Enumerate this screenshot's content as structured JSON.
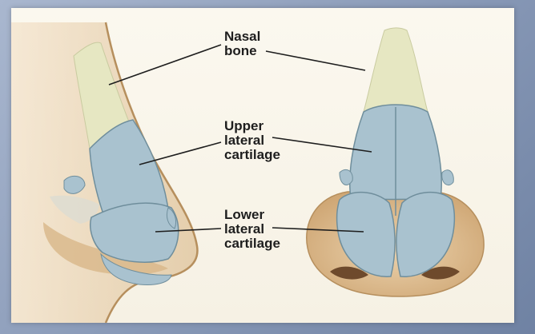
{
  "labels": {
    "nasal_bone": [
      "Nasal",
      "bone"
    ],
    "upper_lateral": [
      "Upper",
      "lateral",
      "cartilage"
    ],
    "lower_lateral": [
      "Lower",
      "lateral",
      "cartilage"
    ]
  },
  "colors": {
    "bone": "#e6e7c2",
    "cartilage": "#a9c2cf",
    "cartilage_edge": "#6f8e9c",
    "skin": "#d8b788",
    "skin_edge": "#b68f5d",
    "background": "#a0aec8"
  }
}
